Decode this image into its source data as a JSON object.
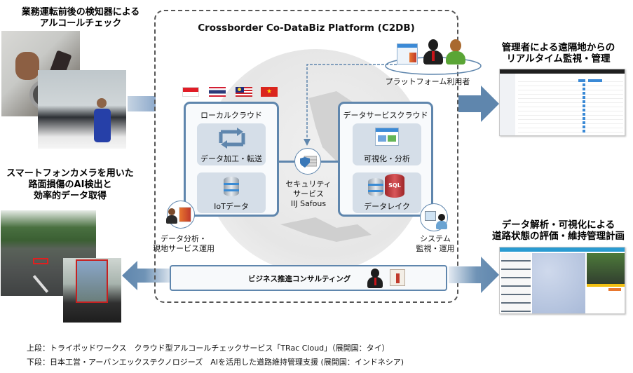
{
  "left_top": {
    "title_line1": "業務運転前後の検知器による",
    "title_line2": "アルコールチェック"
  },
  "left_bottom": {
    "title_line1": "スマートフォンカメラを用いた",
    "title_line2": "路面損傷のAI検出と",
    "title_line3": "効率的データ取得"
  },
  "platform": {
    "title": "Crossborder Co-DataBiz Platform (C2DB)",
    "flags": [
      "indonesia-flag",
      "thailand-flag",
      "malaysia-flag",
      "vietnam-flag"
    ],
    "platform_users_label": "プラットフォーム利用者",
    "local_cloud": {
      "label": "ローカルクラウド",
      "items": [
        {
          "label": "データ加工・転送",
          "icon": "transfer-arrows-icon"
        },
        {
          "label": "IoTデータ",
          "icon": "database-icon"
        }
      ]
    },
    "data_service_cloud": {
      "label": "データサービスクラウド",
      "items": [
        {
          "label": "可視化・分析",
          "icon": "dashboard-window-icon"
        },
        {
          "label": "データレイク",
          "icon": "sql-database-icon",
          "badge": "SQL"
        }
      ]
    },
    "security": {
      "line1": "セキュリティ",
      "line2": "サービス",
      "line3": "IIJ Safous"
    },
    "data_analysis": {
      "line1": "データ分析・",
      "line2": "現地サービス運用"
    },
    "system_ops": {
      "line1": "システム",
      "line2": "監視・運用"
    },
    "consulting_label": "ビジネス推進コンサルティング"
  },
  "right_top": {
    "title_line1": "管理者による遠隔地からの",
    "title_line2": "リアルタイム監視・管理"
  },
  "right_bottom": {
    "title_line1": "データ解析・可視化による",
    "title_line2": "道路状態の評価・維持管理計画"
  },
  "captions": {
    "upper": "上段：トライポッドワークス　クラウド型アルコールチェックサービス「TRac Cloud」（展開国：タイ）",
    "lower": "下段：日本工営・アーバンエックステクノロジーズ　AIを活用した道路維持管理支援 (展開国：インドネシア)"
  },
  "colors": {
    "accent_blue": "#5f86ad",
    "inner_box": "#d5dee8",
    "frame_dash": "#555555",
    "sql_red": "#c0393b"
  }
}
